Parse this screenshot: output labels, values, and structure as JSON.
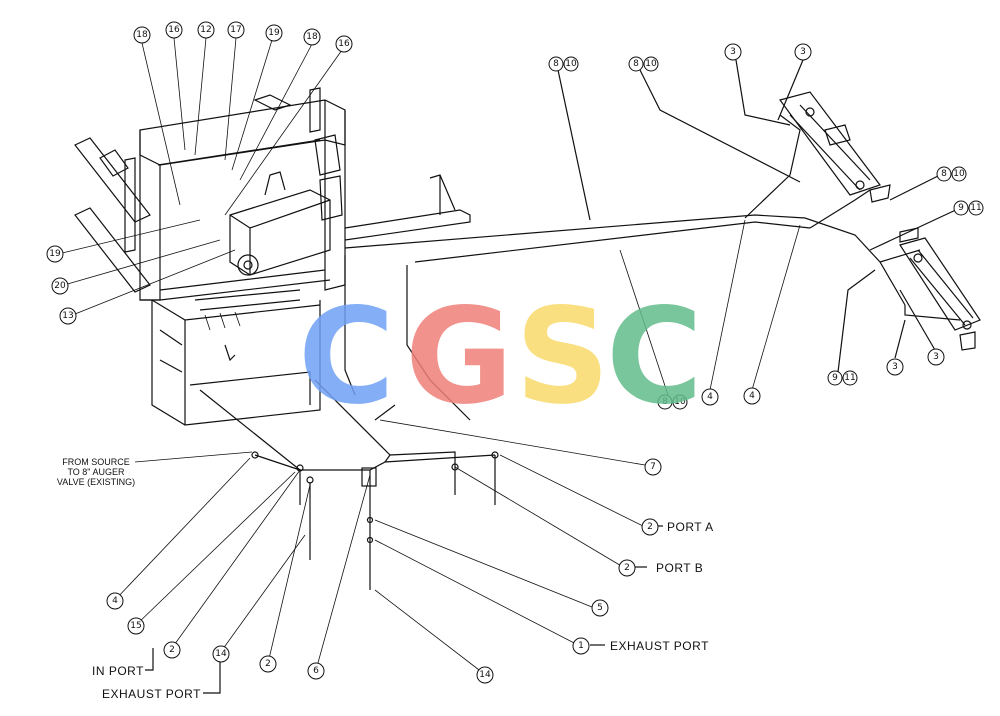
{
  "diagram": {
    "labels": {
      "port_a": "PORT A",
      "port_b": "PORT B",
      "exhaust_port_right": "EXHAUST PORT",
      "in_port": "IN PORT",
      "exhaust_port_left": "EXHAUST PORT",
      "source_note": [
        "FROM SOURCE",
        "TO 8\" AUGER",
        "VALVE (EXISTING)"
      ]
    },
    "callouts": [
      "1",
      "2",
      "3",
      "4",
      "5",
      "6",
      "7",
      "8",
      "9",
      "10",
      "11",
      "12",
      "13",
      "14",
      "15",
      "16",
      "17",
      "18",
      "19",
      "20"
    ],
    "watermark": {
      "letters": [
        "C",
        "G",
        "S",
        "C"
      ],
      "colors": [
        "#6fa0f5",
        "#ef7f79",
        "#f8da6b",
        "#62bd8d"
      ]
    }
  }
}
